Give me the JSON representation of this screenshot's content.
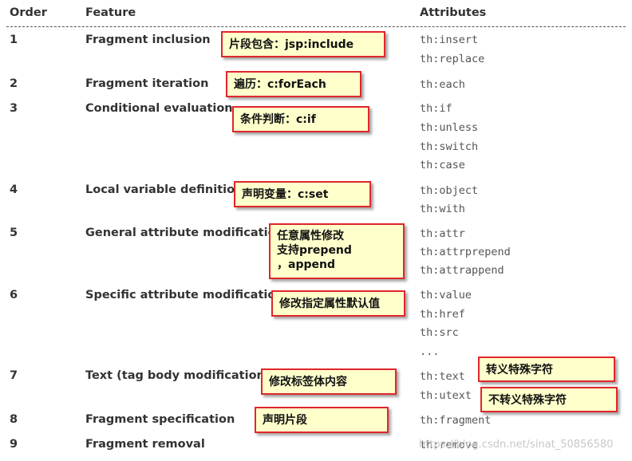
{
  "headers": {
    "order": "Order",
    "feature": "Feature",
    "attributes": "Attributes"
  },
  "rows": [
    {
      "order": "1",
      "feature": "Fragment inclusion",
      "attributes": [
        "th:insert",
        "th:replace"
      ],
      "note": "片段包含：jsp:include"
    },
    {
      "order": "2",
      "feature": "Fragment iteration",
      "attributes": [
        "th:each"
      ],
      "note": "遍历：c:forEach"
    },
    {
      "order": "3",
      "feature": "Conditional evaluation",
      "attributes": [
        "th:if",
        "th:unless",
        "th:switch",
        "th:case"
      ],
      "note": "条件判断：c:if"
    },
    {
      "order": "4",
      "feature": "Local variable definition",
      "attributes": [
        "th:object",
        "th:with"
      ],
      "note": "声明变量：c:set"
    },
    {
      "order": "5",
      "feature": "General attribute modification",
      "attributes": [
        "th:attr",
        "th:attrprepend",
        "th:attrappend"
      ],
      "note_lines": [
        "任意属性修改",
        "支持prepend",
        "，append"
      ]
    },
    {
      "order": "6",
      "feature": "Specific attribute modification",
      "attributes": [
        "th:value",
        "th:href",
        "th:src",
        "..."
      ],
      "note": "修改指定属性默认值"
    },
    {
      "order": "7",
      "feature": "Text (tag body modification)",
      "attributes": [
        "th:text",
        "th:utext"
      ],
      "note": "修改标签体内容",
      "extra_notes": [
        "转义特殊字符",
        "不转义特殊字符"
      ]
    },
    {
      "order": "8",
      "feature": "Fragment specification",
      "attributes": [
        "th:fragment"
      ],
      "note": "声明片段"
    },
    {
      "order": "9",
      "feature": "Fragment removal",
      "attributes": [
        "th:remove"
      ]
    }
  ],
  "watermark": "https://blog.csdn.net/sinat_50856580"
}
